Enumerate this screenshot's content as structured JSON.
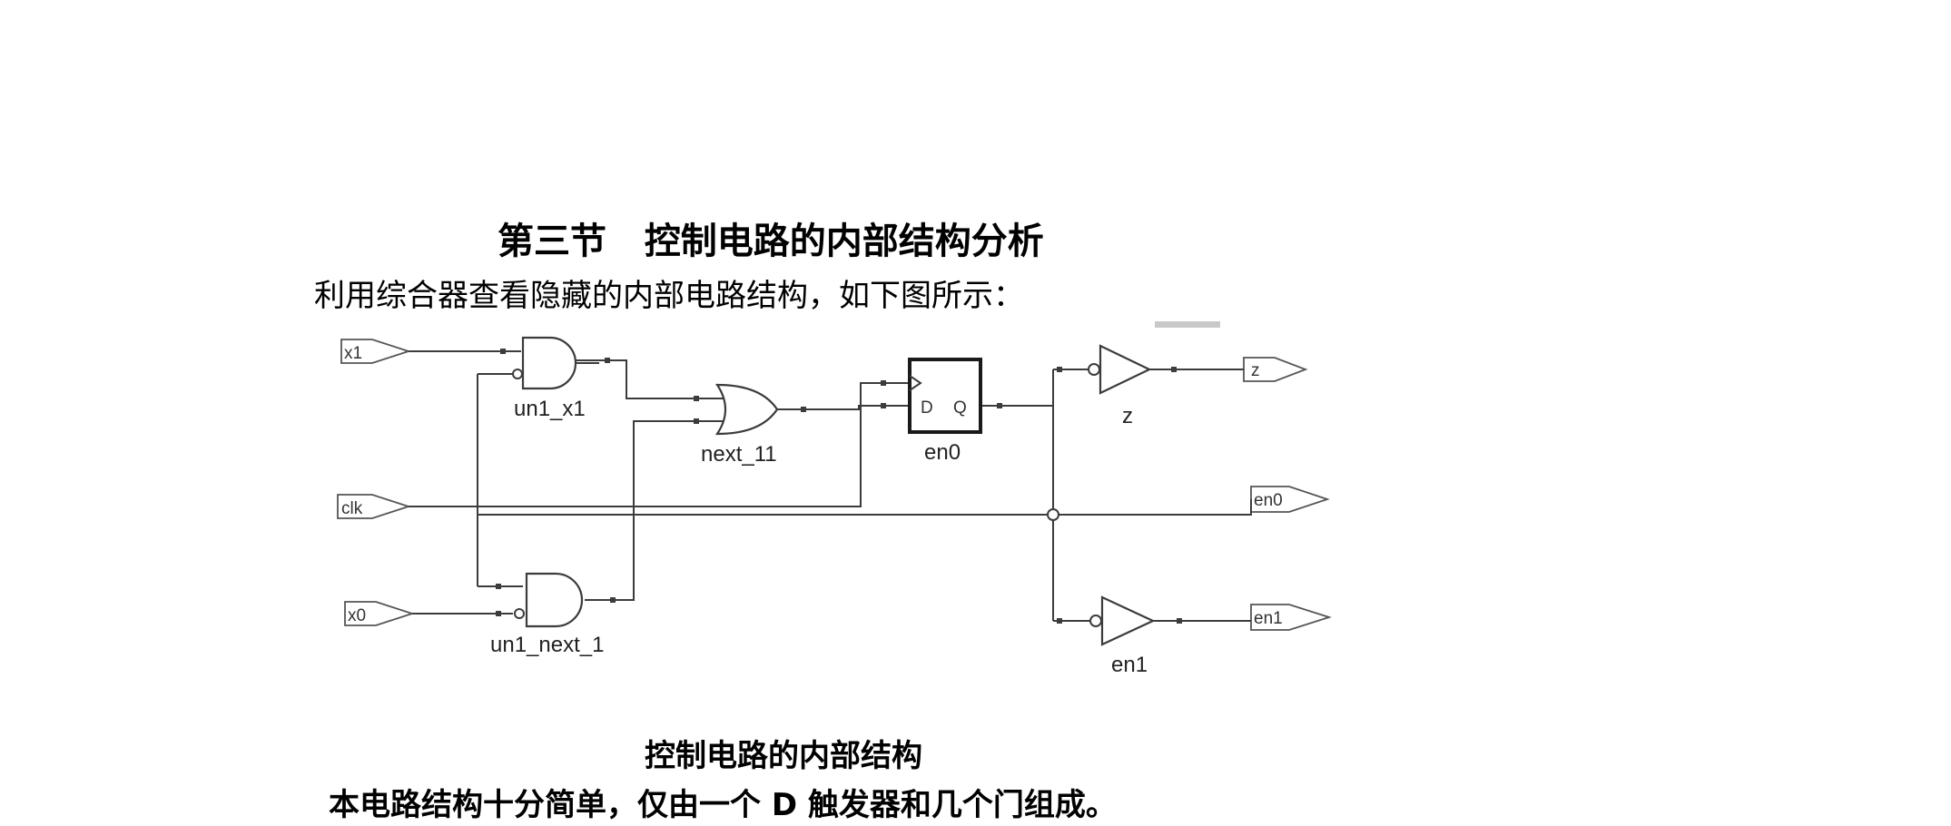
{
  "heading": {
    "title": "第三节   控制电路的内部结构分析",
    "intro": "利用综合器查看隐藏的内部电路结构，如下图所示："
  },
  "schematic": {
    "ports": {
      "x1": "x1",
      "clk": "clk",
      "x0": "x0",
      "z": "z",
      "en0": "en0",
      "en1": "en1"
    },
    "instances": {
      "un1_x1": "un1_x1",
      "next_11": "next_11",
      "en0": "en0",
      "z": "z",
      "un1_next_1": "un1_next_1",
      "en1": "en1"
    },
    "dff_pins": {
      "d": "D",
      "q": "Q"
    }
  },
  "figure_caption": "控制电路的内部结构",
  "description": "本电路结构十分简单，仅由一个 D 触发器和几个门组成。"
}
